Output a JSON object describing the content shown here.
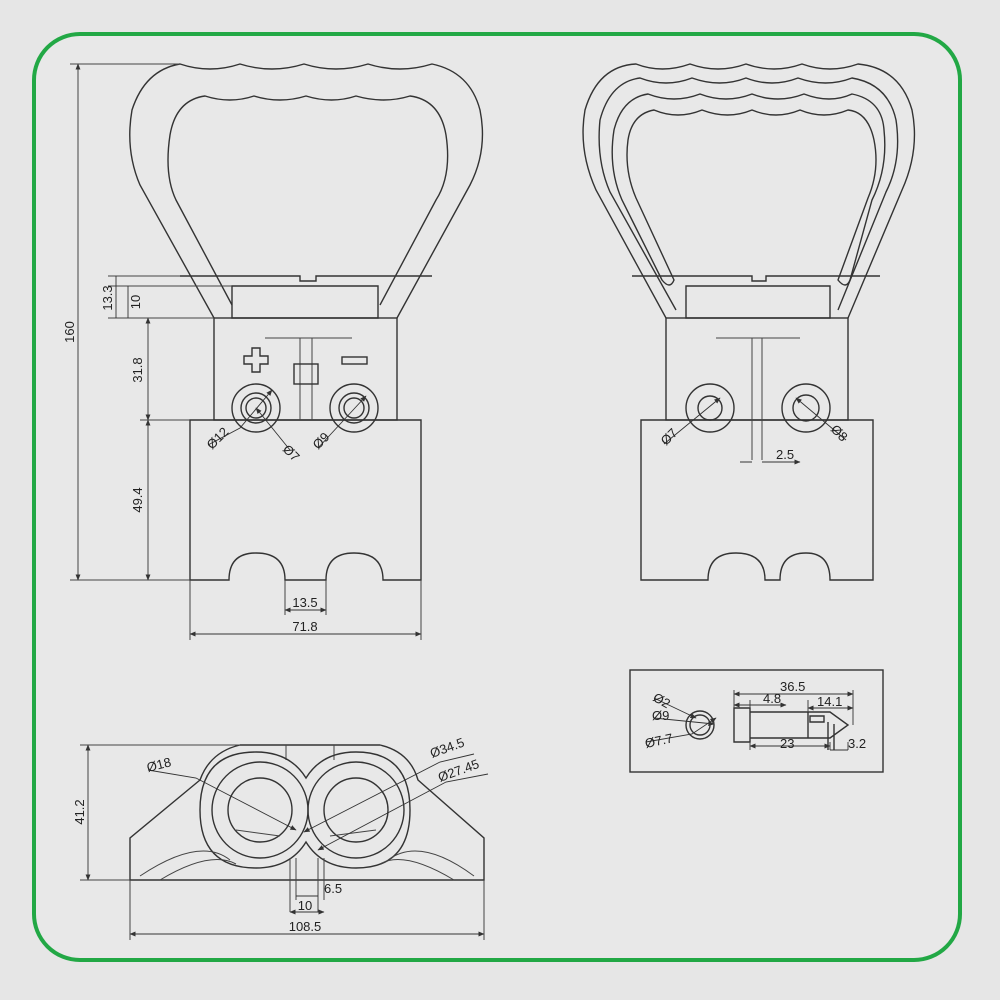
{
  "colors": {
    "frame": "#22a845",
    "background": "#e6e6e6",
    "line": "#333333"
  },
  "views": {
    "front": {
      "dims": {
        "overall_height": "160",
        "top_gap": "13.3",
        "plate": "10",
        "upper_body": "31.8",
        "lower_body": "49.4",
        "slot_pitch": "13.5",
        "width": "71.8",
        "hole_outer": "Ø12",
        "hole_inner": "Ø7",
        "hole_right": "Ø9"
      }
    },
    "side": {
      "dims": {
        "hole_left": "Ø7",
        "hole_right": "Ø8",
        "slot": "2.5"
      }
    },
    "bottom": {
      "dims": {
        "height": "41.2",
        "hole": "Ø18",
        "outer": "Ø34.5",
        "inner": "Ø27.45",
        "slot_width": "6.5",
        "slot_span": "10",
        "width": "108.5"
      }
    },
    "pin": {
      "dims": {
        "tip": "Ø2",
        "head": "Ø9",
        "shaft": "Ø7.7",
        "length": "36.5",
        "head_len": "4.8",
        "rear_len": "14.1",
        "body_len": "23",
        "tail": "3.2"
      }
    }
  }
}
